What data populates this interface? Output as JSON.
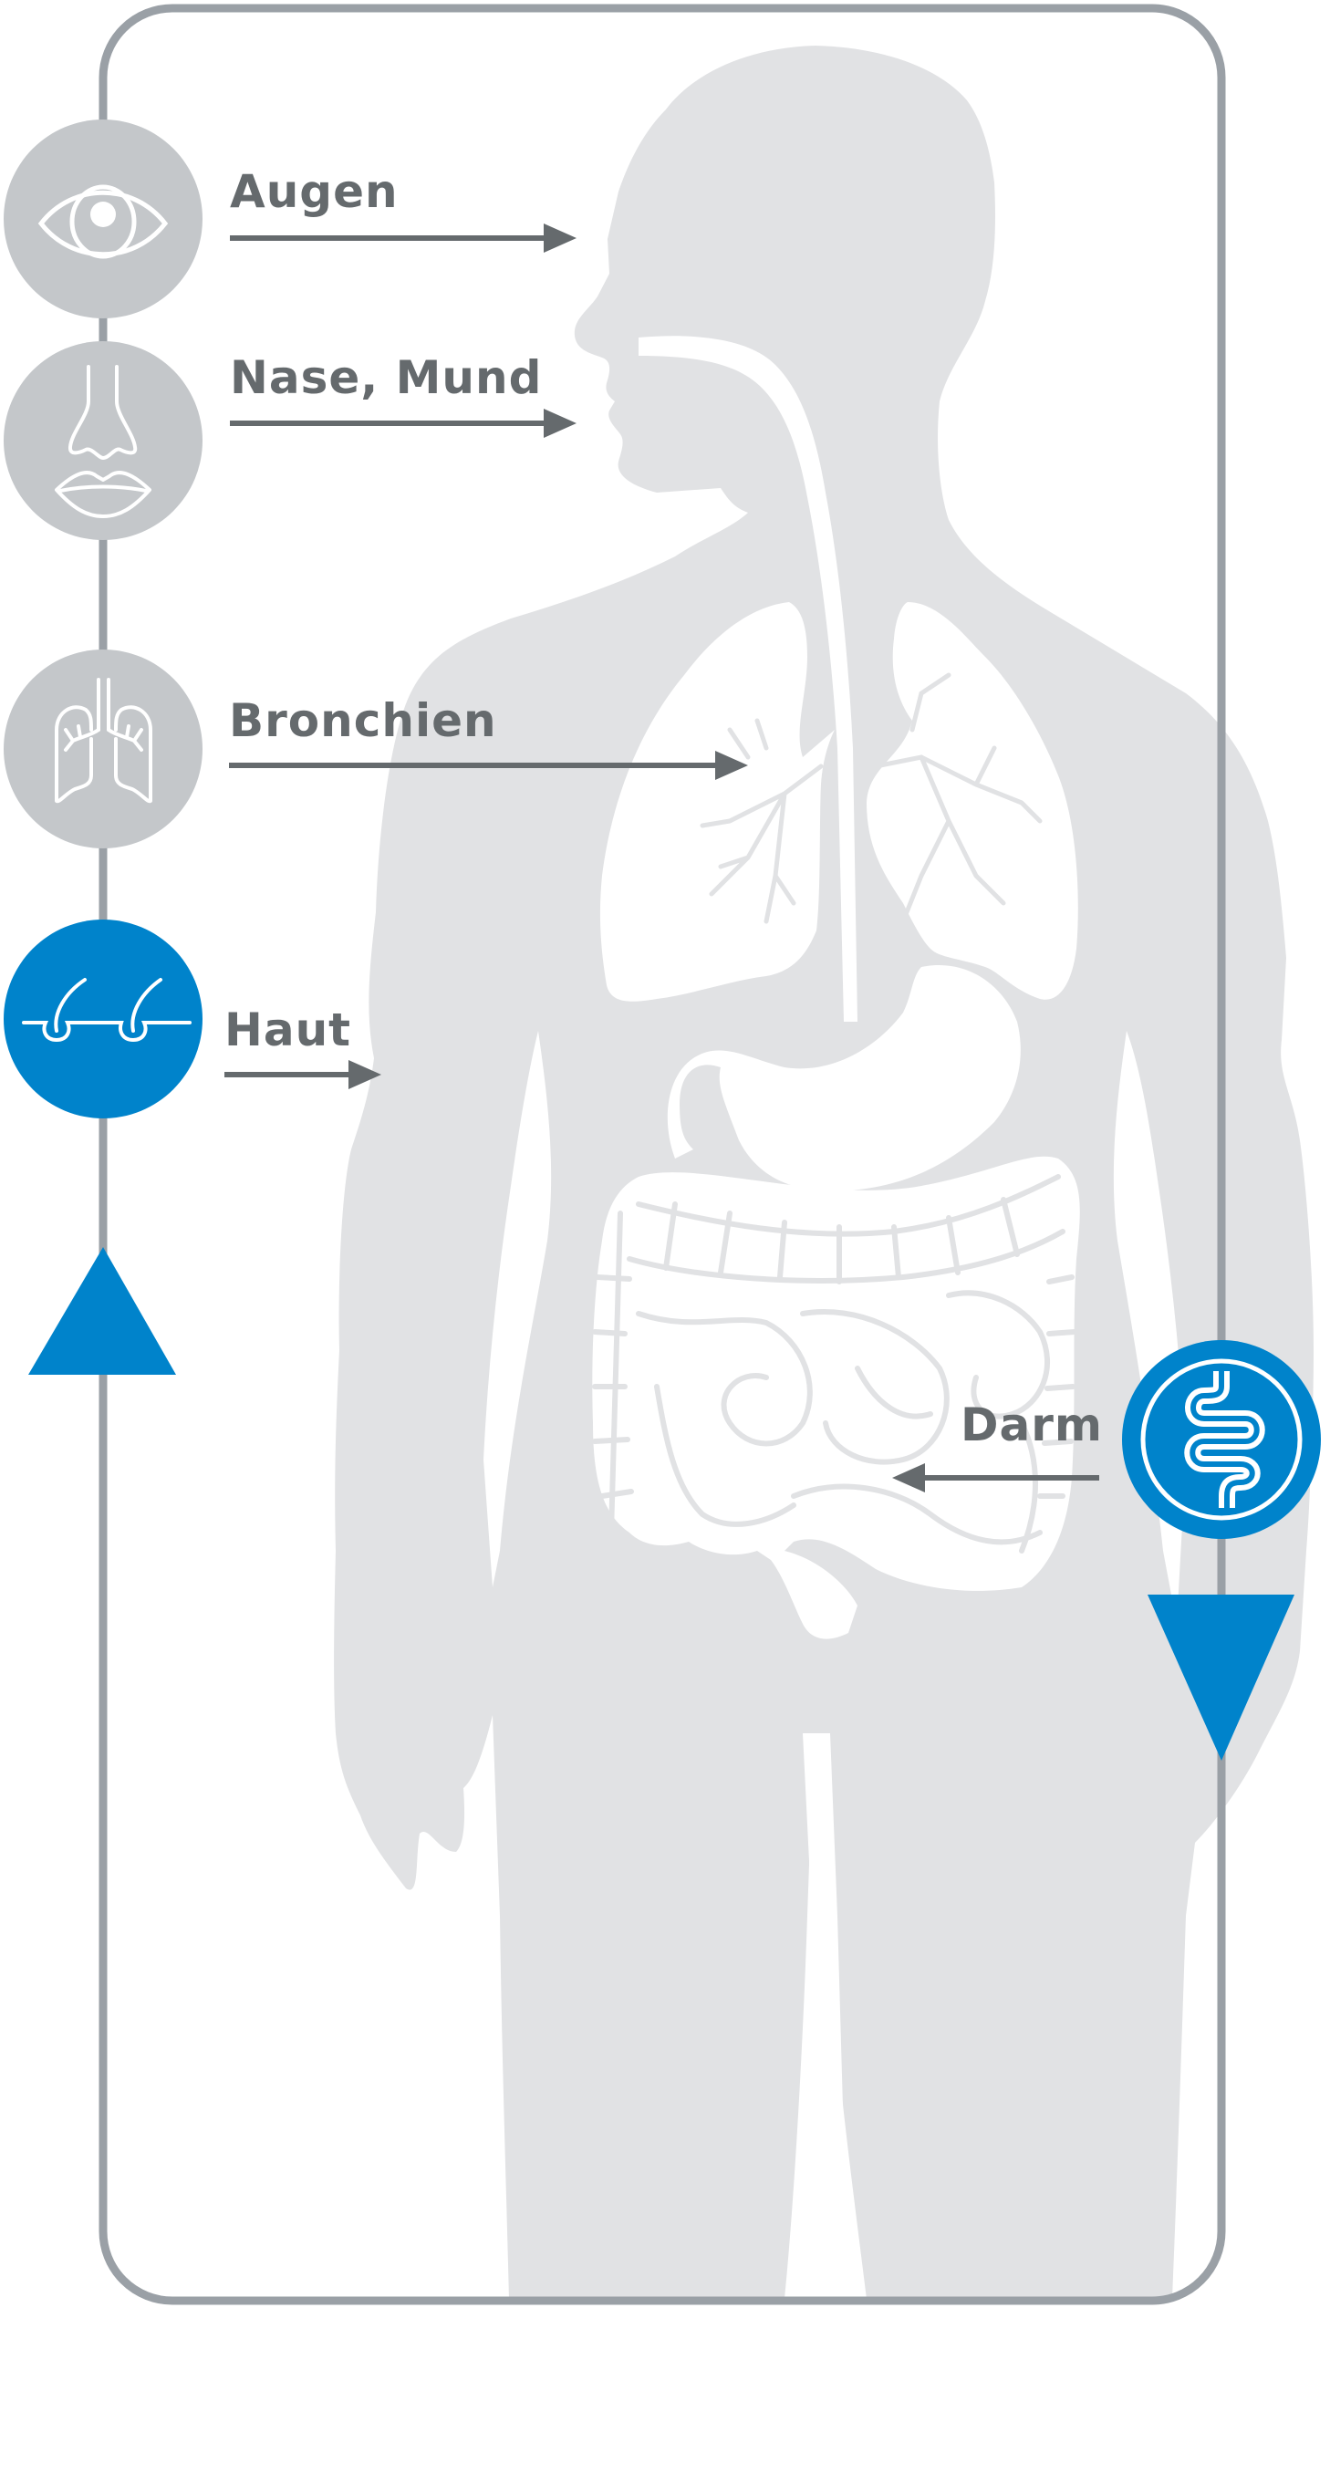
{
  "colors": {
    "frame": "#9aa0a6",
    "icon_grey": "#c4c7ca",
    "accent_blue": "#0083cb",
    "body_silhouette": "#e1e2e4",
    "label_text": "#656a6d",
    "organs": "#ffffff"
  },
  "entry_points": [
    {
      "label": "Augen",
      "icon": "eye-icon",
      "active": false
    },
    {
      "label": "Nase, Mund",
      "icon": "nose-mouth-icon",
      "active": false
    },
    {
      "label": "Bronchien",
      "icon": "lungs-icon",
      "active": false
    },
    {
      "label": "Haut",
      "icon": "skin-hair-follicle-icon",
      "active": true
    }
  ],
  "exit_point": {
    "label": "Darm",
    "icon": "intestine-icon",
    "active": true
  },
  "flow_markers": {
    "left": "triangle-up-icon",
    "right": "triangle-down-icon"
  }
}
